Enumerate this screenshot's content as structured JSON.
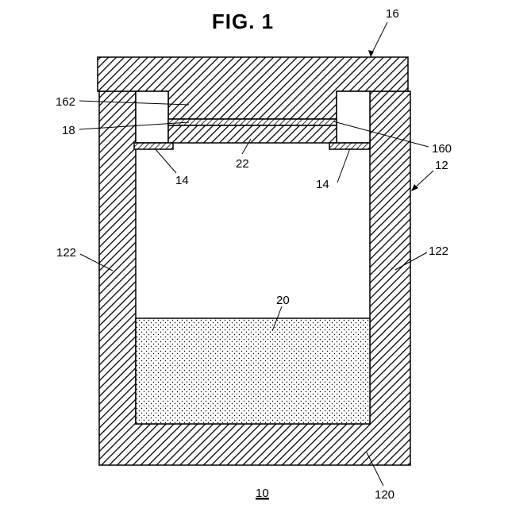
{
  "figure": {
    "title": "FIG. 1",
    "figure_number": "10",
    "labels": {
      "cap": "16",
      "cap_groove": "162",
      "cap_surface": "160",
      "layer_18": "18",
      "layer_22": "22",
      "support_left": "14",
      "support_right": "14",
      "container": "12",
      "side_wall_left": "122",
      "side_wall_right": "122",
      "filling": "20",
      "bottom_wall": "120"
    }
  }
}
